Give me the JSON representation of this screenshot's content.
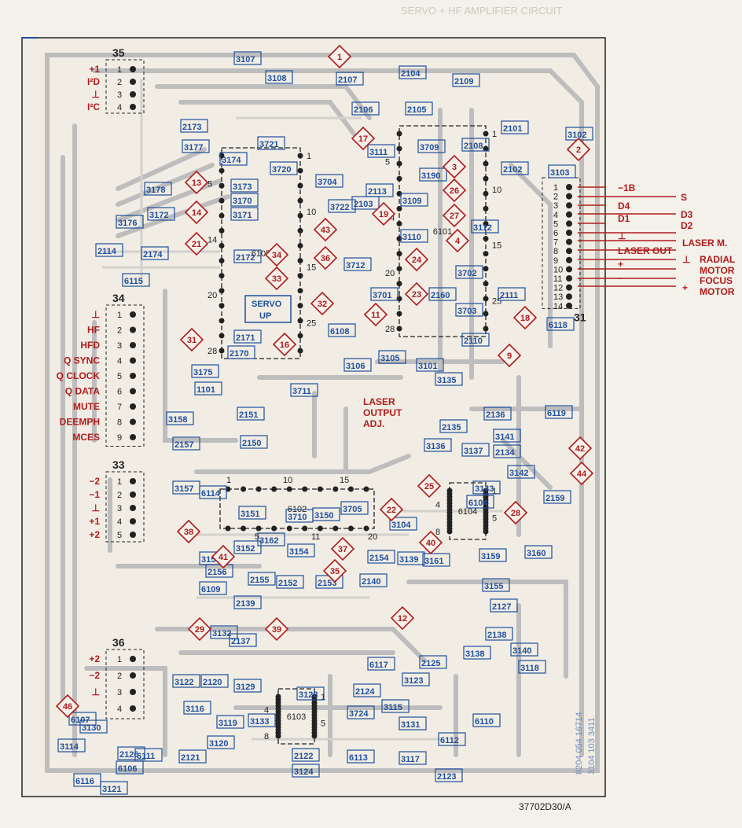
{
  "header_text": "SERVO + HF AMPLIFIER CIRCUIT",
  "drawing_number": "37702D30/A",
  "side_codes": [
    "8204 054 16714",
    "3104 103 3411"
  ],
  "colors": {
    "trace": "#b8b8b8",
    "component": "#1f4f9c",
    "marker": "#b01c1c",
    "ink": "#222222",
    "paper": "#f4f1ea"
  },
  "connectors": [
    {
      "id": "35",
      "pins": [
        "1",
        "2",
        "3",
        "4"
      ],
      "labels": [
        "+1",
        "I²D",
        "⊥",
        "I²C"
      ]
    },
    {
      "id": "34",
      "pins": [
        "1",
        "2",
        "3",
        "4",
        "5",
        "6",
        "7",
        "8",
        "9"
      ],
      "labels": [
        "⊥",
        "HF",
        "HFD",
        "Q SYNC",
        "Q CLOCK",
        "Q DATA",
        "MUTE",
        "DEEMPH",
        "MCES"
      ]
    },
    {
      "id": "33",
      "pins": [
        "1",
        "2",
        "3",
        "4",
        "5"
      ],
      "labels": [
        "−2",
        "−1",
        "⊥",
        "+1",
        "+2"
      ]
    },
    {
      "id": "36",
      "pins": [
        "1",
        "2",
        "3",
        "4"
      ],
      "labels": [
        "+2",
        "−2",
        "⊥",
        ""
      ]
    },
    {
      "id": "31",
      "pins": [
        "1",
        "2",
        "3",
        "4",
        "5",
        "6",
        "7",
        "8",
        "9",
        "10",
        "11",
        "12",
        "13",
        "14"
      ],
      "labels": [
        "−1B",
        "S",
        "D4",
        "D3",
        "D1",
        "D2",
        "⊥",
        "LASER M.",
        "LASER OUT",
        "⊥",
        "RADIAL MOTOR",
        "FOCUS MOTOR",
        "+",
        "+"
      ]
    }
  ],
  "connector31_text": {
    "laser_m": "LASER M.",
    "laser_out": "LASER OUT",
    "radial": "RADIAL",
    "motor": "MOTOR",
    "focus": "FOCUS",
    "minus1b": "−1B",
    "s": "S",
    "d4": "D4",
    "d3": "D3",
    "d1": "D1",
    "d2": "D2",
    "gnd": "⊥",
    "plus": "+",
    "minus": "−"
  },
  "ics": [
    {
      "id": "6105",
      "pins": [
        "1",
        "5",
        "10",
        "14",
        "15",
        "20",
        "25",
        "28"
      ]
    },
    {
      "id": "6101",
      "pins": [
        "1",
        "5",
        "10",
        "14",
        "15",
        "20",
        "25",
        "28"
      ]
    },
    {
      "id": "6102",
      "pins": [
        "1",
        "5",
        "10",
        "11",
        "15",
        "20"
      ]
    },
    {
      "id": "6103",
      "pins": [
        "1",
        "4",
        "5",
        "8"
      ]
    },
    {
      "id": "6104",
      "pins": [
        "1",
        "4",
        "5",
        "8"
      ]
    }
  ],
  "servo_up": [
    "SERVO",
    "UP"
  ],
  "laser_adj": [
    "LASER",
    "OUTPUT",
    "ADJ."
  ],
  "markers": [
    "1",
    "2",
    "3",
    "4",
    "9",
    "11",
    "12",
    "13",
    "14",
    "16",
    "17",
    "18",
    "19",
    "21",
    "22",
    "23",
    "24",
    "25",
    "26",
    "27",
    "28",
    "29",
    "31",
    "32",
    "33",
    "34",
    "35",
    "36",
    "37",
    "38",
    "39",
    "40",
    "41",
    "42",
    "43",
    "44",
    "46"
  ],
  "parts": [
    "3107",
    "3108",
    "2107",
    "2104",
    "2109",
    "2106",
    "2105",
    "2173",
    "2101",
    "3102",
    "3103",
    "2102",
    "2108",
    "3709",
    "3190",
    "3111",
    "2113",
    "3109",
    "3110",
    "3112",
    "3177",
    "3174",
    "3721",
    "3720",
    "3704",
    "3173",
    "3170",
    "3171",
    "3722",
    "2103",
    "3178",
    "3172",
    "3176",
    "2114",
    "2174",
    "6115",
    "2172",
    "3712",
    "3701",
    "3702",
    "3703",
    "2111",
    "2160",
    "6118",
    "2171",
    "2170",
    "6108",
    "3106",
    "3105",
    "3101",
    "2110",
    "3175",
    "1101",
    "3711",
    "3135",
    "3158",
    "2151",
    "2150",
    "2136",
    "6119",
    "2157",
    "2135",
    "3141",
    "2134",
    "3136",
    "3137",
    "3142",
    "3143",
    "3157",
    "6114",
    "3151",
    "3710",
    "3150",
    "3705",
    "6104",
    "2159",
    "3156",
    "3152",
    "3162",
    "3154",
    "2154",
    "3104",
    "3139",
    "3161",
    "3159",
    "3160",
    "2156",
    "6109",
    "2155",
    "2152",
    "2153",
    "2140",
    "3155",
    "2139",
    "2127",
    "3132",
    "2137",
    "2138",
    "3138",
    "3140",
    "3118",
    "3122",
    "2120",
    "3129",
    "2125",
    "6117",
    "3123",
    "3128",
    "2124",
    "3115",
    "6107",
    "3130",
    "3116",
    "3119",
    "3133",
    "3724",
    "3131",
    "6110",
    "3114",
    "2126",
    "2121",
    "3120",
    "2122",
    "6113",
    "6112",
    "3117",
    "6111",
    "6106",
    "6116",
    "3121",
    "3124",
    "2123"
  ]
}
